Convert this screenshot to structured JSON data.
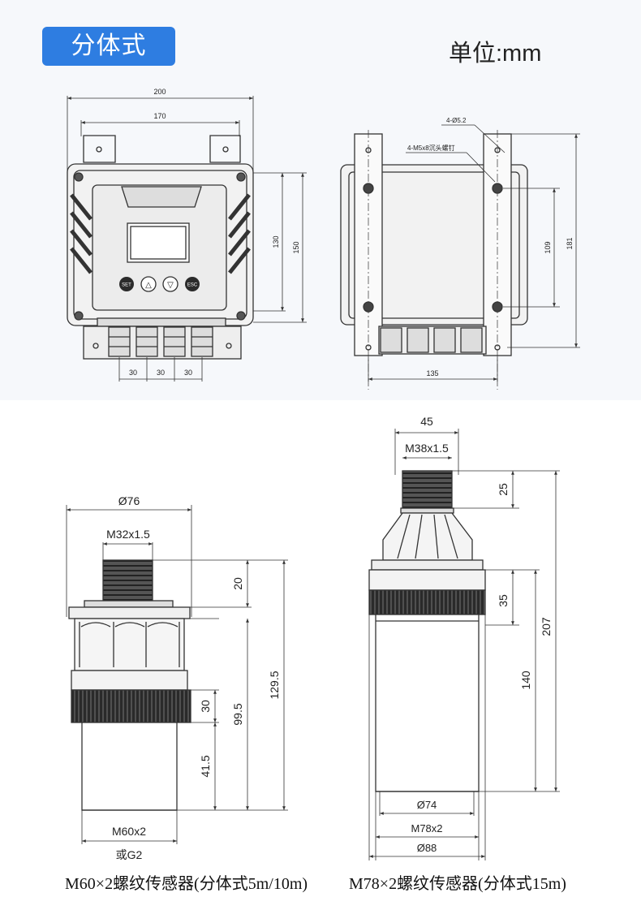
{
  "header": {
    "badge_label": "分体式",
    "unit_label": "单位:mm"
  },
  "front_view": {
    "dim_width": "200",
    "dim_inner": "170",
    "dim_h1": "130",
    "dim_h2": "150",
    "gland_spacing": [
      "30",
      "30",
      "30"
    ],
    "buttons": [
      "SET",
      "△",
      "▽",
      "ESC"
    ]
  },
  "back_view": {
    "hole_note": "4-Ø5.2",
    "screw_note": "4-M5x8沉头螺钉",
    "dim_h1": "109",
    "dim_h2": "181",
    "dim_width": "135"
  },
  "sensor_small": {
    "dia_top": "Ø76",
    "thread_top": "M32x1.5",
    "dim_20": "20",
    "dim_total": "129.5",
    "dim_30": "30",
    "dim_995": "99.5",
    "dim_415": "41.5",
    "thread_bottom": "M60x2",
    "alt_thread": "或G2",
    "caption": "M60×2螺纹传感器(分体式5m/10m)"
  },
  "sensor_large": {
    "dim_45": "45",
    "thread_top": "M38x1.5",
    "dim_25": "25",
    "dim_35": "35",
    "dim_total": "207",
    "dim_140": "140",
    "dia_inner": "Ø74",
    "thread_bottom": "M78x2",
    "dia_outer": "Ø88",
    "caption": "M78×2螺纹传感器(分体式15m)"
  }
}
